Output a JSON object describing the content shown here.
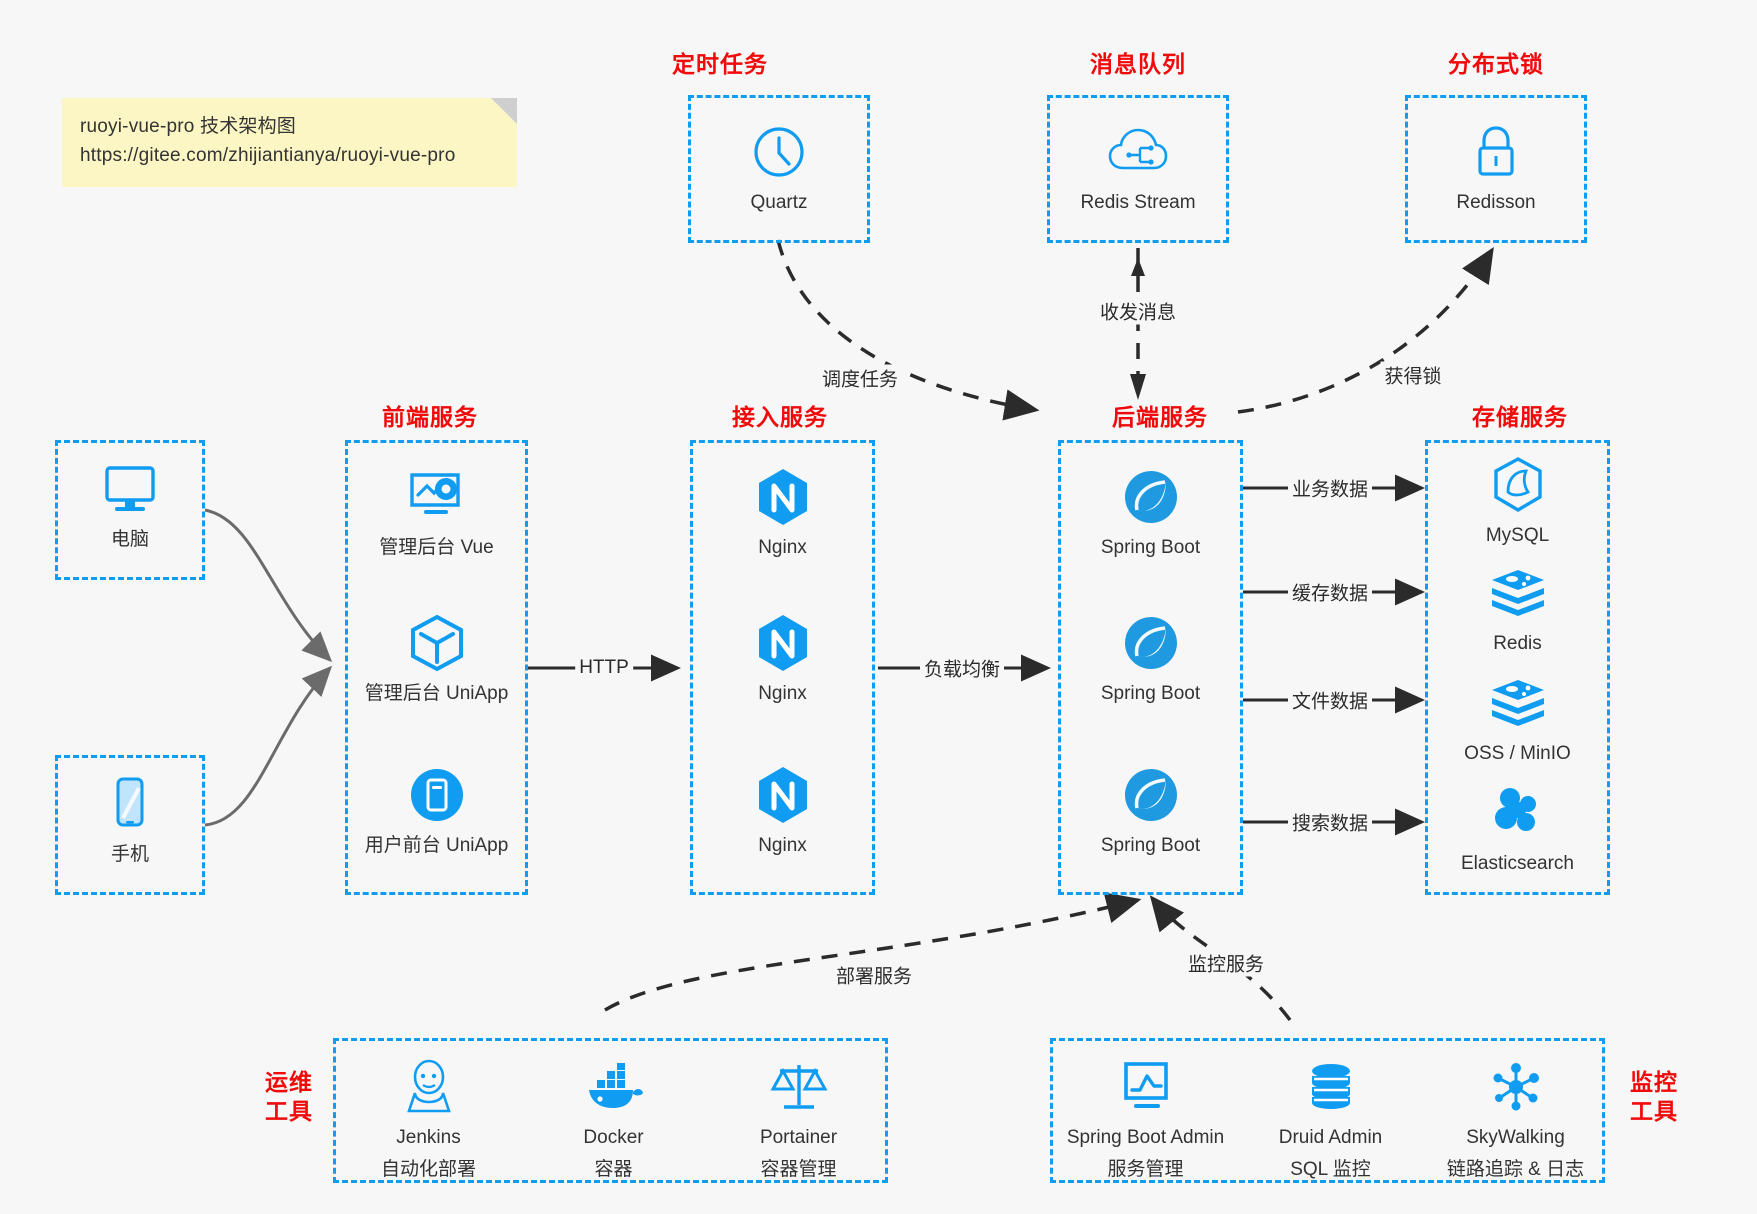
{
  "note": {
    "line1": "ruoyi-vue-pro 技术架构图",
    "line2": "https://gitee.com/zhijiantianya/ruoyi-vue-pro"
  },
  "colors": {
    "accent": "#109cf1",
    "heading": "#f00a0a",
    "arrow": "#2b2b2b",
    "note_bg": "#fbf6c4",
    "canvas_bg": "#f7f7f7"
  },
  "groups": {
    "scheduled_tasks": {
      "title": "定时任务",
      "items": [
        {
          "label": "Quartz",
          "icon": "clock-icon"
        }
      ]
    },
    "message_queue": {
      "title": "消息队列",
      "items": [
        {
          "label": "Redis Stream",
          "icon": "cloud-stream-icon"
        }
      ]
    },
    "distributed_lock": {
      "title": "分布式锁",
      "items": [
        {
          "label": "Redisson",
          "icon": "lock-icon"
        }
      ]
    },
    "clients": {
      "items": [
        {
          "label": "电脑",
          "icon": "desktop-monitor-icon"
        },
        {
          "label": "手机",
          "icon": "mobile-phone-icon"
        }
      ]
    },
    "frontend": {
      "title": "前端服务",
      "items": [
        {
          "label": "管理后台 Vue",
          "icon": "dashboard-gear-icon"
        },
        {
          "label": "管理后台 UniApp",
          "icon": "uniapp-cube-icon"
        },
        {
          "label": "用户前台 UniApp",
          "icon": "app-window-icon"
        }
      ]
    },
    "access": {
      "title": "接入服务",
      "items": [
        {
          "label": "Nginx",
          "icon": "nginx-icon"
        },
        {
          "label": "Nginx",
          "icon": "nginx-icon"
        },
        {
          "label": "Nginx",
          "icon": "nginx-icon"
        }
      ]
    },
    "backend": {
      "title": "后端服务",
      "items": [
        {
          "label": "Spring Boot",
          "icon": "spring-boot-icon"
        },
        {
          "label": "Spring Boot",
          "icon": "spring-boot-icon"
        },
        {
          "label": "Spring Boot",
          "icon": "spring-boot-icon"
        }
      ]
    },
    "storage": {
      "title": "存储服务",
      "items": [
        {
          "label": "MySQL",
          "icon": "mysql-icon"
        },
        {
          "label": "Redis",
          "icon": "redis-icon"
        },
        {
          "label": "OSS / MinIO",
          "icon": "redis-icon"
        },
        {
          "label": "Elasticsearch",
          "icon": "elasticsearch-icon"
        }
      ]
    },
    "devops": {
      "title_line1": "运维",
      "title_line2": "工具",
      "items": [
        {
          "name": "Jenkins",
          "desc": "自动化部署",
          "icon": "jenkins-icon"
        },
        {
          "name": "Docker",
          "desc": "容器",
          "icon": "docker-icon"
        },
        {
          "name": "Portainer",
          "desc": "容器管理",
          "icon": "portainer-scale-icon"
        }
      ]
    },
    "monitoring": {
      "title_line1": "监控",
      "title_line2": "工具",
      "items": [
        {
          "name": "Spring Boot Admin",
          "desc": "服务管理",
          "icon": "monitor-chart-icon"
        },
        {
          "name": "Druid Admin",
          "desc": "SQL 监控",
          "icon": "database-icon"
        },
        {
          "name": "SkyWalking",
          "desc": "链路追踪 & 日志",
          "icon": "skywalking-icon"
        }
      ]
    }
  },
  "edges": {
    "http": "HTTP",
    "load_balance": "负载均衡",
    "schedule_task": "调度任务",
    "send_receive_message": "收发消息",
    "acquire_lock": "获得锁",
    "business_data": "业务数据",
    "cache_data": "缓存数据",
    "file_data": "文件数据",
    "search_data": "搜索数据",
    "deploy_service": "部署服务",
    "monitor_service": "监控服务"
  }
}
